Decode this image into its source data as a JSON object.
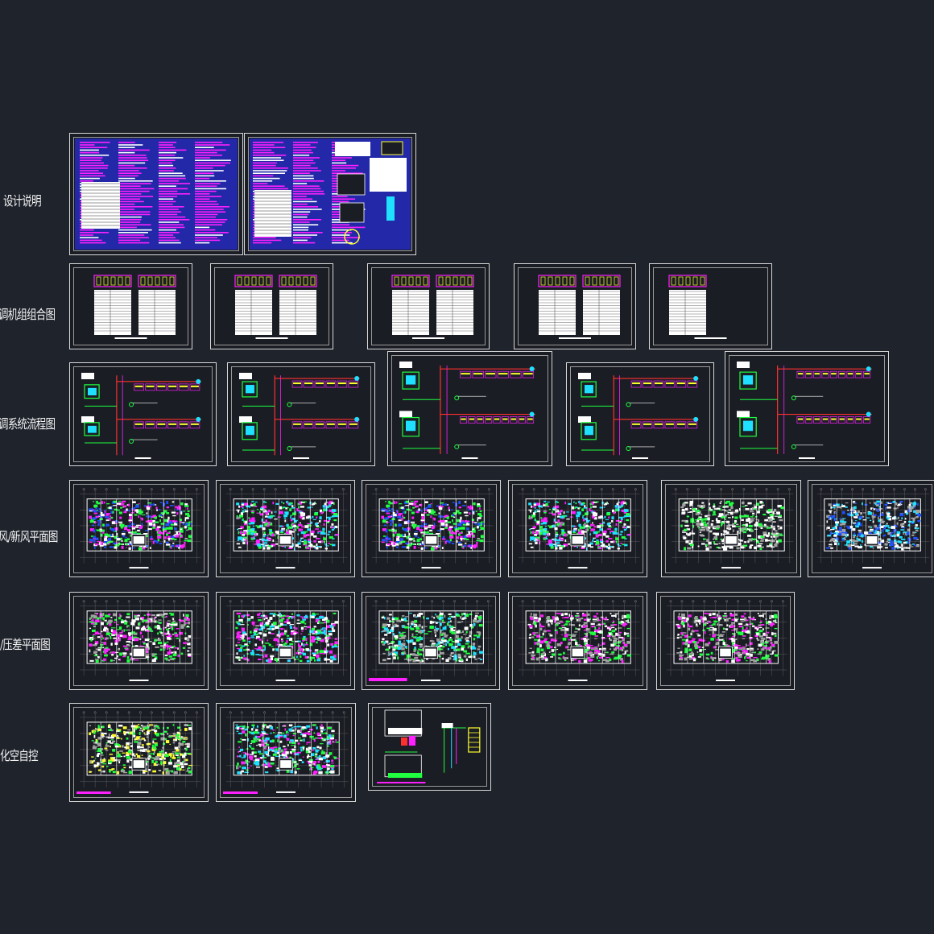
{
  "colors": {
    "background": "#1f232c",
    "border": "#d8d8d8",
    "magenta": "#ff20ff",
    "white": "#ffffff",
    "green": "#20ff40",
    "cyan": "#20e0ff",
    "yellow": "#ffff30",
    "red": "#ff3030",
    "blue": "#2050ff",
    "gray": "#a0a0a0"
  },
  "rows": [
    {
      "label": "设计说明",
      "sheet_type": "notes",
      "sheet_count": 2
    },
    {
      "label": "调机组组合图",
      "sheet_type": "ahu",
      "sheet_count": 5
    },
    {
      "label": "调系统流程图",
      "sheet_type": "flow",
      "sheet_count": 5
    },
    {
      "label": "风/新风平面图",
      "sheet_type": "plan",
      "sheet_count": 6
    },
    {
      "label": "/压差平面图",
      "sheet_type": "plan2",
      "sheet_count": 5
    },
    {
      "label": "化空自控",
      "sheet_type": "plan3",
      "sheet_count": 3
    }
  ]
}
